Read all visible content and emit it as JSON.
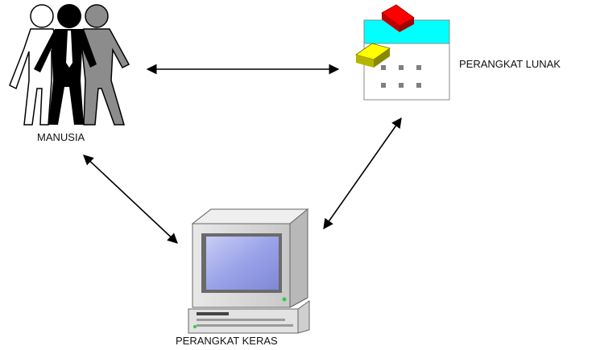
{
  "diagram": {
    "nodes": {
      "people": {
        "label": "MANUSIA",
        "icon": "people-group-icon"
      },
      "software": {
        "label": "PERANGKAT LUNAK",
        "icon": "software-window-icon"
      },
      "hardware": {
        "label": "PERANGKAT KERAS",
        "icon": "desktop-computer-icon"
      }
    },
    "connections": [
      {
        "from": "MANUSIA",
        "to": "PERANGKAT LUNAK",
        "direction": "both"
      },
      {
        "from": "MANUSIA",
        "to": "PERANGKAT KERAS",
        "direction": "both"
      },
      {
        "from": "PERANGKAT LUNAK",
        "to": "PERANGKAT KERAS",
        "direction": "both"
      }
    ],
    "colors": {
      "window_titlebar": "#00ffff",
      "red_block": "#ff0000",
      "yellow_block": "#ffff00",
      "monitor_screen": "#9aa3e8",
      "arrow": "#000000"
    }
  }
}
